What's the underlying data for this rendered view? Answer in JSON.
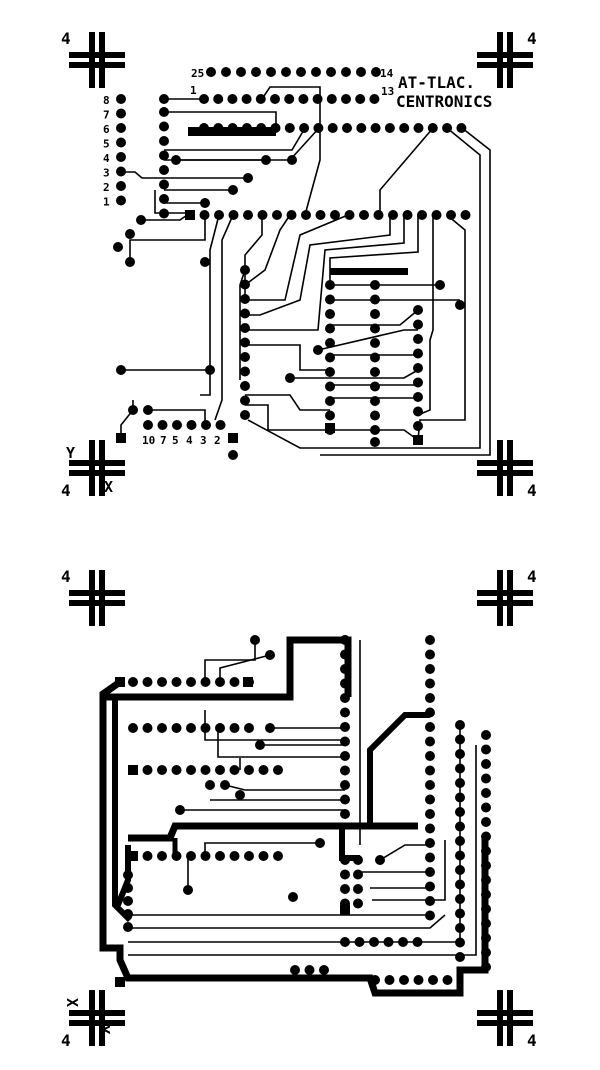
{
  "title_line1": "AT-TLAC.",
  "title_line2": "CENTRONICS",
  "connector_labels": {
    "pin25": "25",
    "pin14": "14",
    "pin1": "1",
    "pin13": "13"
  },
  "left_column_labels": [
    "8",
    "7",
    "6",
    "5",
    "4",
    "3",
    "2",
    "1"
  ],
  "bottom_labels": [
    "10",
    "7",
    "5",
    "4",
    "3",
    "2"
  ],
  "axis_marks": {
    "y": "Y",
    "x": "X"
  },
  "corner_mark": "4",
  "colors": {
    "ink": "#000000",
    "paper": "#ffffff"
  }
}
